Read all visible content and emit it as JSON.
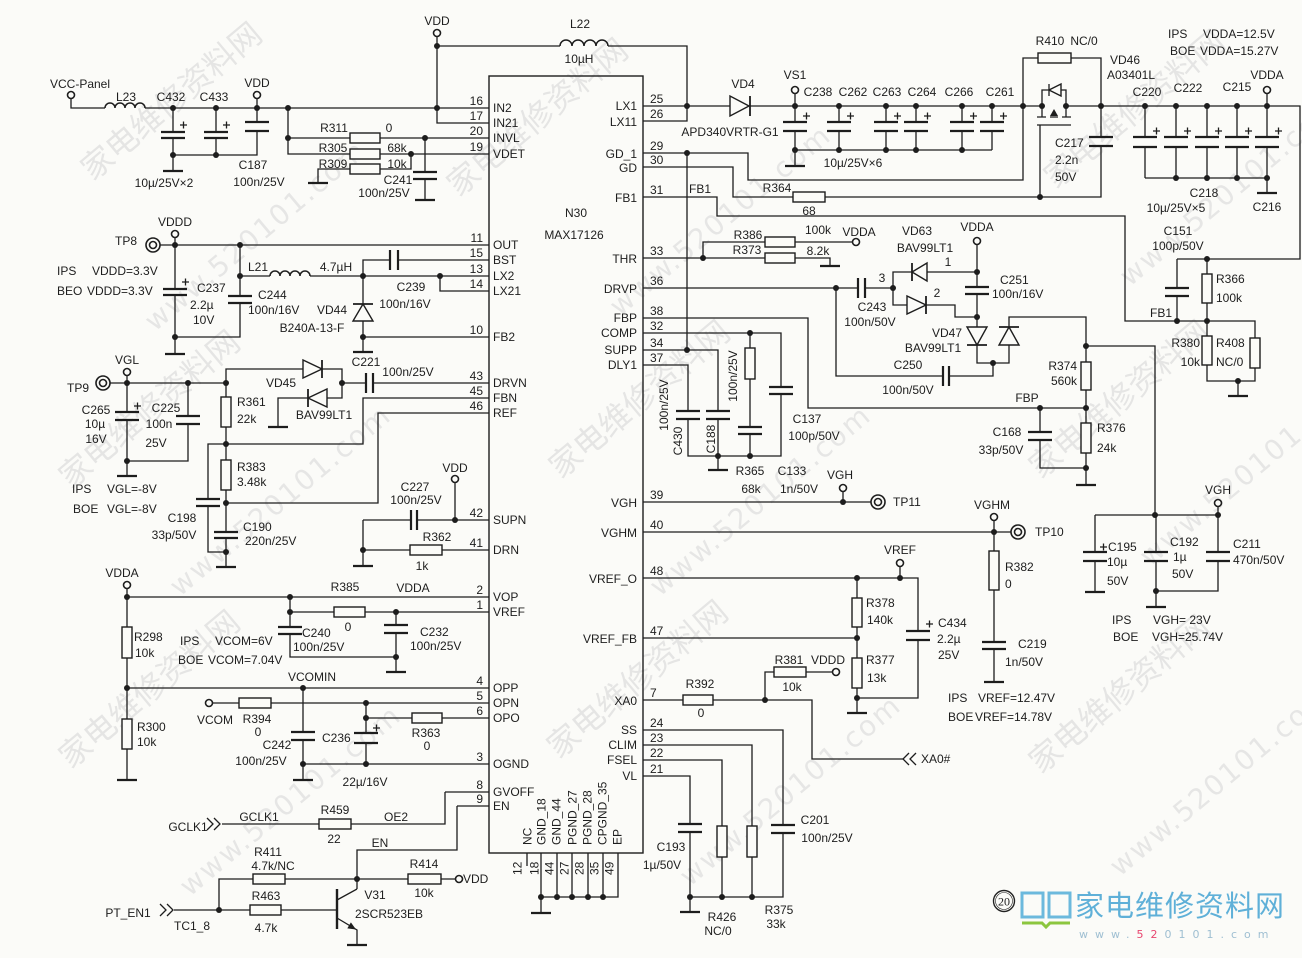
{
  "figure": {
    "number": "20"
  },
  "watermark": {
    "site_name": "家电维修资料网",
    "site_url": "www.520101.com"
  },
  "logo": {
    "site_name": "家电维修资料网",
    "url_parts": [
      "www.",
      "52",
      "0101",
      ".com"
    ],
    "colors": {
      "book_blue": "#6cb9dd",
      "book_green": "#8cc63f",
      "text_blue": "#5fb0d8",
      "url_red": "#e8466f",
      "url_gray": "#9fbfd2"
    }
  },
  "ic": {
    "ref": "N30",
    "part": "MAX17126",
    "left_pins": [
      {
        "num": "16",
        "name": "IN2"
      },
      {
        "num": "17",
        "name": "IN21"
      },
      {
        "num": "20",
        "name": "INVL"
      },
      {
        "num": "19",
        "name": "VDET"
      },
      {
        "num": "11",
        "name": "OUT"
      },
      {
        "num": "15",
        "name": "BST"
      },
      {
        "num": "13",
        "name": "LX2"
      },
      {
        "num": "14",
        "name": "LX21"
      },
      {
        "num": "10",
        "name": "FB2"
      },
      {
        "num": "43",
        "name": "DRVN"
      },
      {
        "num": "45",
        "name": "FBN"
      },
      {
        "num": "46",
        "name": "REF"
      },
      {
        "num": "42",
        "name": "SUPN"
      },
      {
        "num": "41",
        "name": "DRN"
      },
      {
        "num": "2",
        "name": "VOP"
      },
      {
        "num": "1",
        "name": "VREF"
      },
      {
        "num": "4",
        "name": "OPP"
      },
      {
        "num": "5",
        "name": "OPN"
      },
      {
        "num": "6",
        "name": "OPO"
      },
      {
        "num": "3",
        "name": "OGND"
      },
      {
        "num": "8",
        "name": "GVOFF"
      },
      {
        "num": "9",
        "name": "EN"
      }
    ],
    "right_pins": [
      {
        "num": "25",
        "name": "LX1"
      },
      {
        "num": "26",
        "name": "LX11"
      },
      {
        "num": "29",
        "name": "GD_1"
      },
      {
        "num": "30",
        "name": "GD"
      },
      {
        "num": "31",
        "name": "FB1"
      },
      {
        "num": "33",
        "name": "THR"
      },
      {
        "num": "36",
        "name": "DRVP"
      },
      {
        "num": "38",
        "name": "FBP"
      },
      {
        "num": "32",
        "name": "COMP"
      },
      {
        "num": "34",
        "name": "SUPP"
      },
      {
        "num": "37",
        "name": "DLY1"
      },
      {
        "num": "39",
        "name": "VGH"
      },
      {
        "num": "40",
        "name": "VGHM"
      },
      {
        "num": "48",
        "name": "VREF_O"
      },
      {
        "num": "47",
        "name": "VREF_FB"
      },
      {
        "num": "7",
        "name": "XA0"
      },
      {
        "num": "24",
        "name": "SS"
      },
      {
        "num": "23",
        "name": "CLIM"
      },
      {
        "num": "22",
        "name": "FSEL"
      },
      {
        "num": "21",
        "name": "VL"
      }
    ],
    "bottom_pins": [
      {
        "num": "12",
        "name": "NC"
      },
      {
        "num": "18",
        "name": "GND_18"
      },
      {
        "num": "44",
        "name": "GND_44"
      },
      {
        "num": "27",
        "name": "PGND_27"
      },
      {
        "num": "28",
        "name": "PGND_28"
      },
      {
        "num": "35",
        "name": "CPGND_35"
      },
      {
        "num": "49",
        "name": "EP"
      }
    ]
  },
  "nets": {
    "vcc_panel": "VCC-Panel",
    "vdd": "VDD",
    "vddd": "VDDD",
    "vdda": "VDDA",
    "vgl": "VGL",
    "vgh": "VGH",
    "vghm": "VGHM",
    "vref": "VREF",
    "vs1": "VS1",
    "vcom": "VCOM",
    "vcomin": "VCOMIN",
    "fb1": "FB1",
    "fbp": "FBP",
    "en": "EN",
    "oe2": "OE2",
    "gclk1": "GCLK1"
  },
  "test_points": {
    "tp8": "TP8",
    "tp9": "TP9",
    "tp10": "TP10",
    "tp11": "TP11"
  },
  "connectors": {
    "gclk1": "GCLK1",
    "pt_en1": "PT_EN1",
    "tc1_8": "TC1_8",
    "xa0": "XA0#"
  },
  "group_values": {
    "c432_c433": "10µ/25V×2",
    "vs1_caps": "10µ/25V×6",
    "vdda_caps": "10µ/25V×5"
  },
  "components": {
    "l23": {
      "ref": "L23"
    },
    "l22": {
      "ref": "L22",
      "value": "10µH"
    },
    "l21": {
      "ref": "L21",
      "value": "4.7µH"
    },
    "c432": {
      "ref": "C432"
    },
    "c433": {
      "ref": "C433"
    },
    "c187": {
      "ref": "C187",
      "value": "100n/25V"
    },
    "r311": {
      "ref": "R311",
      "value": "0"
    },
    "r305": {
      "ref": "R305",
      "value": "68k"
    },
    "r309": {
      "ref": "R309",
      "value": "10k"
    },
    "c241": {
      "ref": "C241",
      "value": "100n/25V"
    },
    "vd4": {
      "ref": "VD4",
      "part": "APD340VRTR-G1"
    },
    "c238": {
      "ref": "C238"
    },
    "c262": {
      "ref": "C262"
    },
    "c263": {
      "ref": "C263"
    },
    "c264": {
      "ref": "C264"
    },
    "c266": {
      "ref": "C266"
    },
    "c261": {
      "ref": "C261"
    },
    "r410": {
      "ref": "R410",
      "value": "NC/0"
    },
    "vd46": {
      "ref": "VD46",
      "part": "A03401L"
    },
    "c217": {
      "ref": "C217",
      "value": "2.2n",
      "voltage": "50V"
    },
    "c220": {
      "ref": "C220"
    },
    "c222": {
      "ref": "C222"
    },
    "c215": {
      "ref": "C215"
    },
    "c218": {
      "ref": "C218"
    },
    "c216": {
      "ref": "C216"
    },
    "r364": {
      "ref": "R364",
      "value": "68"
    },
    "c151": {
      "ref": "C151",
      "value": "100p/50V"
    },
    "r366": {
      "ref": "R366",
      "value": "100k"
    },
    "r380": {
      "ref": "R380",
      "value": "10k"
    },
    "r408": {
      "ref": "R408",
      "value": "NC/0"
    },
    "r386": {
      "ref": "R386",
      "value": "100k"
    },
    "r373": {
      "ref": "R373",
      "value": "8.2k"
    },
    "vd63": {
      "ref": "VD63",
      "part": "BAV99LT1",
      "pin1": "1",
      "pin2": "2",
      "pin3": "3"
    },
    "c251": {
      "ref": "C251",
      "value": "100n/16V"
    },
    "c243": {
      "ref": "C243",
      "value": "100n/50V"
    },
    "vd47": {
      "ref": "VD47",
      "part": "BAV99LT1"
    },
    "c250": {
      "ref": "C250",
      "value": "100n/50V"
    },
    "r374": {
      "ref": "R374",
      "value": "560k"
    },
    "r376": {
      "ref": "R376",
      "value": "24k"
    },
    "c168": {
      "ref": "C168",
      "value": "33p/50V"
    },
    "c430": {
      "ref": "C430",
      "value": "100n/25V"
    },
    "c188": {
      "ref": "C188",
      "value": "100n/25V"
    },
    "r365": {
      "ref": "R365",
      "value": "68k"
    },
    "c133": {
      "ref": "C133",
      "value": "1n/50V"
    },
    "c137": {
      "ref": "C137",
      "value": "100p/50V"
    },
    "c195": {
      "ref": "C195",
      "value": "10µ",
      "voltage": "50V"
    },
    "c192": {
      "ref": "C192",
      "value": "1µ",
      "voltage": "50V"
    },
    "c211": {
      "ref": "C211",
      "value": "470n/50V"
    },
    "r382": {
      "ref": "R382",
      "value": "0"
    },
    "c219": {
      "ref": "C219",
      "value": "1n/50V"
    },
    "r378": {
      "ref": "R378",
      "value": "140k"
    },
    "r377": {
      "ref": "R377",
      "value": "13k"
    },
    "c434": {
      "ref": "C434",
      "value": "2.2µ",
      "voltage": "25V"
    },
    "r392": {
      "ref": "R392",
      "value": "0"
    },
    "r381": {
      "ref": "R381",
      "value": "10k"
    },
    "c193": {
      "ref": "C193",
      "value": "1µ/50V"
    },
    "r426": {
      "ref": "R426",
      "value": "NC/0"
    },
    "r375": {
      "ref": "R375",
      "value": "33k"
    },
    "c201": {
      "ref": "C201",
      "value": "100n/25V"
    },
    "c237": {
      "ref": "C237",
      "value": "2.2µ",
      "voltage": "10V"
    },
    "c244": {
      "ref": "C244",
      "value": "100n/16V"
    },
    "vd44": {
      "ref": "VD44",
      "part": "B240A-13-F"
    },
    "c239": {
      "ref": "C239",
      "value": "100n/16V"
    },
    "c221": {
      "ref": "C221",
      "value": "100n/25V"
    },
    "vd45": {
      "ref": "VD45",
      "part": "BAV99LT1"
    },
    "c265": {
      "ref": "C265",
      "value": "10µ",
      "voltage": "16V"
    },
    "c225": {
      "ref": "C225",
      "value": "100n",
      "voltage": "25V"
    },
    "r361": {
      "ref": "R361",
      "value": "22k"
    },
    "r383": {
      "ref": "R383",
      "value": "3.48k"
    },
    "c198": {
      "ref": "C198",
      "value": "33p/50V"
    },
    "c190": {
      "ref": "C190",
      "value": "220n/25V"
    },
    "c227": {
      "ref": "C227",
      "value": "100n/25V"
    },
    "r362": {
      "ref": "R362",
      "value": "1k"
    },
    "r385": {
      "ref": "R385",
      "value": "0"
    },
    "c240": {
      "ref": "C240",
      "value": "100n/25V"
    },
    "c232": {
      "ref": "C232",
      "value": "100n/25V"
    },
    "r298": {
      "ref": "R298",
      "value": "10k"
    },
    "r300": {
      "ref": "R300",
      "value": "10k"
    },
    "r394": {
      "ref": "R394",
      "value": "0"
    },
    "c242": {
      "ref": "C242",
      "value": "100n/25V"
    },
    "c236": {
      "ref": "C236",
      "value": "22µ/16V"
    },
    "r363": {
      "ref": "R363",
      "value": "0"
    },
    "r459": {
      "ref": "R459",
      "value": "22"
    },
    "r411": {
      "ref": "R411",
      "value": "4.7k/NC"
    },
    "r463": {
      "ref": "R463",
      "value": "4.7k"
    },
    "r414": {
      "ref": "R414",
      "value": "10k"
    },
    "v31": {
      "ref": "V31",
      "part": "2SCR523EB"
    }
  },
  "notes": {
    "vdda": [
      {
        "panel": "IPS",
        "value": "VDDA=12.5V"
      },
      {
        "panel": "BOE",
        "value": "VDDA=15.27V"
      }
    ],
    "vddd": [
      {
        "panel": "IPS",
        "value": "VDDD=3.3V"
      },
      {
        "panel": "BEO",
        "value": "VDDD=3.3V"
      }
    ],
    "vgl": [
      {
        "panel": "IPS",
        "value": "VGL=-8V"
      },
      {
        "panel": "BOE",
        "value": "VGL=-8V"
      }
    ],
    "vcom": [
      {
        "panel": "IPS",
        "value": "VCOM=6V"
      },
      {
        "panel": "BOE",
        "value": "VCOM=7.04V"
      }
    ],
    "vgh": [
      {
        "panel": "IPS",
        "value": "VGH= 23V"
      },
      {
        "panel": "BOE",
        "value": "VGH=25.74V"
      }
    ],
    "vref": [
      {
        "panel": "IPS",
        "value": "VREF=12.47V"
      },
      {
        "panel": "BOE",
        "value": "VREF=14.78V"
      }
    ]
  }
}
